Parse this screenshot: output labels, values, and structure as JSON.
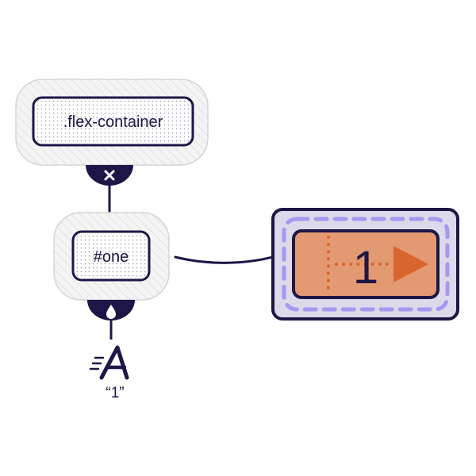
{
  "nodes": {
    "container": {
      "label": ".flex-container"
    },
    "child": {
      "label": "#one"
    }
  },
  "connectors": {
    "container_badge": {
      "icon": "x-icon"
    },
    "child_badge": {
      "icon": "drop-icon"
    }
  },
  "text_node": {
    "icon": "text-style-icon",
    "value": "“1”"
  },
  "preview": {
    "digit": "1",
    "icon": "play-arrow-icon"
  },
  "colors": {
    "ink": "#1e1646",
    "node_fill": "#f1f1f1",
    "node_stroke": "#d6d6d6",
    "preview_outer": "#dcdaea",
    "preview_dash": "#a897f2",
    "preview_inner": "#e39a72",
    "preview_guides": "#d9652e"
  }
}
